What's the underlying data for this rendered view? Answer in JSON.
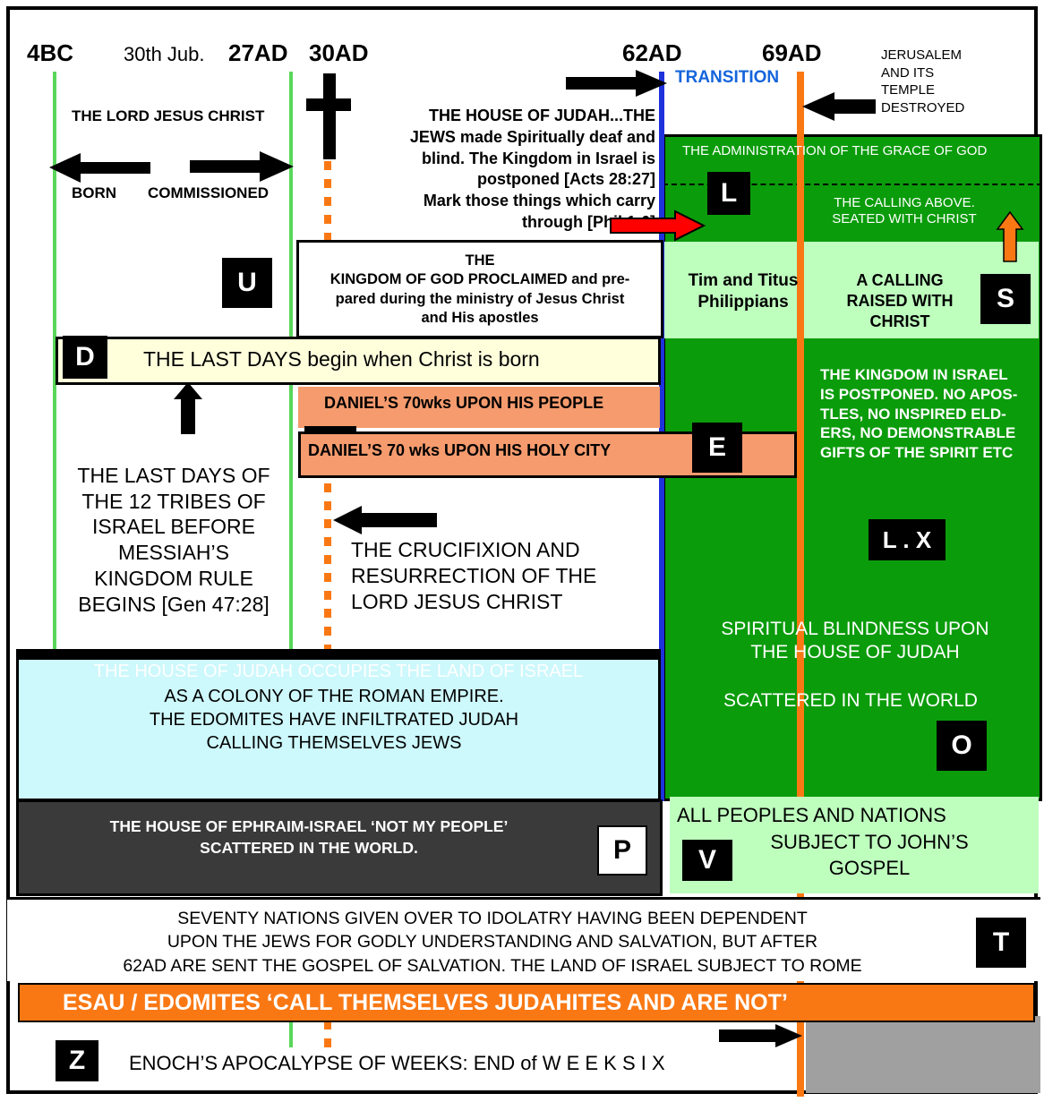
{
  "years": {
    "bc4": "4BC",
    "jubilee": "30th Jub.",
    "ad27": "27AD",
    "ad30": "30AD",
    "ad62": "62AD",
    "ad69": "69AD"
  },
  "labels": {
    "transition": "TRANSITION",
    "jerusalem": "JERUSALEM\nAND ITS\nTEMPLE\nDESTROYED",
    "lord_jesus": "THE LORD JESUS CHRIST",
    "born": "BORN",
    "commissioned": "COMMISSIONED",
    "house_judah": "THE HOUSE OF JUDAH...THE\nJEWS made Spiritually deaf and\nblind. The Kingdom in Israel is\npostponed [Acts 28:27]\nMark those things which carry\nthrough [Phil 1:6]",
    "administration": "THE ADMINISTRATION OF THE GRACE OF GOD",
    "calling_above": "THE  CALLING   ABOVE.\nSEATED WITH CHRIST",
    "kingdom_proclaimed": "THE\nKINGDOM OF GOD PROCLAIMED and pre-\npared during the ministry of Jesus Christ\nand His apostles",
    "tim_titus": "Tim and Titus\nPhilippians",
    "calling_raised": "A CALLING\nRAISED WITH\nCHRIST",
    "last_days": "THE  LAST  DAYS  begin when Christ is born",
    "daniel_people": "DANIEL’S 70wks UPON HIS PEOPLE",
    "daniel_city": "DANIEL’S 70 wks UPON HIS HOLY CITY",
    "kingdom_postponed": "THE KINGDOM IN ISRAEL\nIS POSTPONED. NO APOS-\nTLES, NO INSPIRED ELD-\nERS, NO DEMONSTRABLE\nGIFTS OF THE SPIRIT ETC",
    "last_days_tribes": "THE LAST DAYS OF\nTHE 12 TRIBES OF\nISRAEL BEFORE\nMESSIAH’S\nKINGDOM RULE\nBEGINS",
    "gen_ref": "[Gen 47:28]",
    "crucifixion": "THE CRUCIFIXION AND\nRESURRECTION OF THE\nLORD JESUS CHRIST",
    "blindness": "SPIRITUAL BLINDNESS UPON\nTHE HOUSE OF JUDAH",
    "scattered": "SCATTERED IN THE WORLD",
    "judah_occupies": "THE HOUSE OF JUDAH OCCUPIES THE LAND OF ISRAEL",
    "roman_colony": "AS A COLONY OF THE ROMAN EMPIRE.\nTHE EDOMITES HAVE INFILTRATED JUDAH\nCALLING THEMSELVES JEWS",
    "ephraim": "THE HOUSE OF EPHRAIM-ISRAEL ‘NOT MY PEOPLE’\nSCATTERED IN THE WORLD.",
    "all_peoples": "ALL PEOPLES AND NATIONS",
    "johns_gospel": "SUBJECT TO  JOHN’S\nGOSPEL",
    "seventy_nations": "SEVENTY NATIONS     GIVEN OVER TO IDOLATRY HAVING BEEN DEPENDENT\nUPON THE JEWS FOR GODLY UNDERSTANDING AND SALVATION, BUT AFTER\n62AD  ARE SENT THE GOSPEL OF SALVATION.  THE LAND OF ISRAEL SUBJECT TO ROME",
    "esau": "ESAU / EDOMITES ‘CALL THEMSELVES JUDAHITES AND ARE NOT’",
    "enoch": "ENOCH’S APOCALYPSE OF WEEKS:  END of  W E E K   S I X"
  },
  "markers": {
    "u": "U",
    "d": "D",
    "l": "L",
    "s": "S",
    "e": "E",
    "lx": "L . X",
    "o": "O",
    "p": "P",
    "v": "V",
    "t": "T",
    "z": "Z"
  },
  "colors": {
    "green_line": "#5ad75a",
    "orange": "#fa7814",
    "blue": "#1e32dc",
    "dark_green": "#0b9c0b",
    "light_green": "#beffbe",
    "cream": "#ffffdc",
    "salmon": "#f59b6e",
    "light_cyan": "#cdf8fc",
    "dark_gray": "#3a3a3a",
    "gray": "#a0a0a0",
    "red": "#ff0000",
    "transition_blue": "#1464dc"
  }
}
